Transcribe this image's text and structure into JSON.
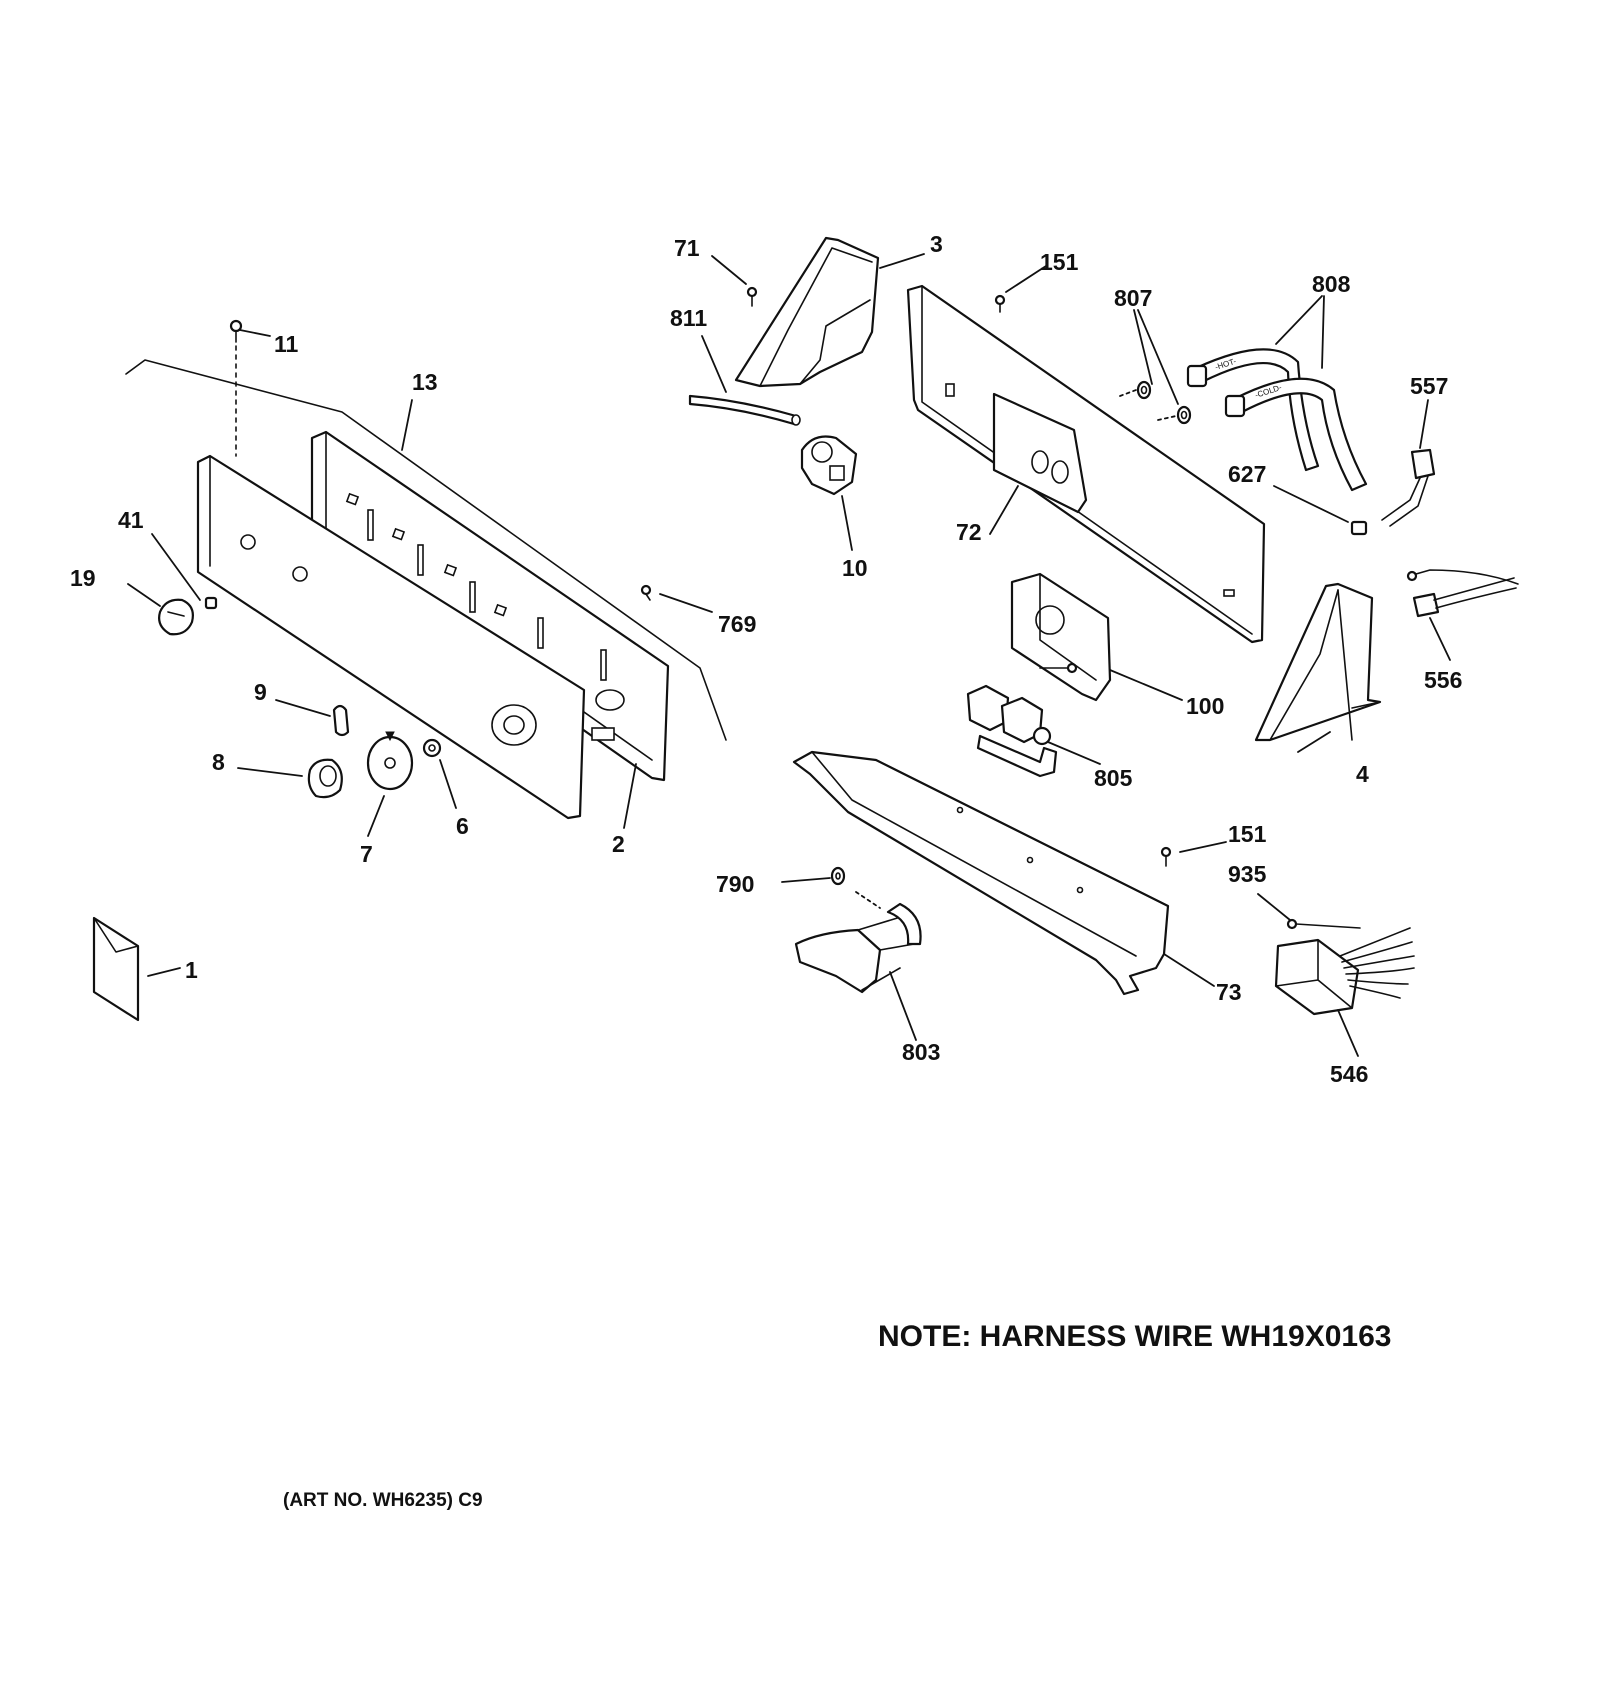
{
  "diagram": {
    "note": "NOTE: HARNESS WIRE WH19X0163",
    "art_number": "(ART NO. WH6235) C9",
    "callouts": [
      {
        "id": "1",
        "label": "1"
      },
      {
        "id": "2",
        "label": "2"
      },
      {
        "id": "3",
        "label": "3"
      },
      {
        "id": "4",
        "label": "4"
      },
      {
        "id": "6",
        "label": "6"
      },
      {
        "id": "7",
        "label": "7"
      },
      {
        "id": "8",
        "label": "8"
      },
      {
        "id": "9",
        "label": "9"
      },
      {
        "id": "10",
        "label": "10"
      },
      {
        "id": "11",
        "label": "11"
      },
      {
        "id": "13",
        "label": "13"
      },
      {
        "id": "19",
        "label": "19"
      },
      {
        "id": "41",
        "label": "41"
      },
      {
        "id": "71",
        "label": "71"
      },
      {
        "id": "72",
        "label": "72"
      },
      {
        "id": "73",
        "label": "73"
      },
      {
        "id": "100",
        "label": "100"
      },
      {
        "id": "151a",
        "label": "151"
      },
      {
        "id": "151b",
        "label": "151"
      },
      {
        "id": "546",
        "label": "546"
      },
      {
        "id": "556",
        "label": "556"
      },
      {
        "id": "557",
        "label": "557"
      },
      {
        "id": "627",
        "label": "627"
      },
      {
        "id": "769",
        "label": "769"
      },
      {
        "id": "790",
        "label": "790"
      },
      {
        "id": "803",
        "label": "803"
      },
      {
        "id": "805",
        "label": "805"
      },
      {
        "id": "807",
        "label": "807"
      },
      {
        "id": "808",
        "label": "808"
      },
      {
        "id": "811",
        "label": "811"
      },
      {
        "id": "935",
        "label": "935"
      }
    ],
    "hose_labels": {
      "hot": "-HOT-",
      "cold": "-COLD-"
    }
  }
}
